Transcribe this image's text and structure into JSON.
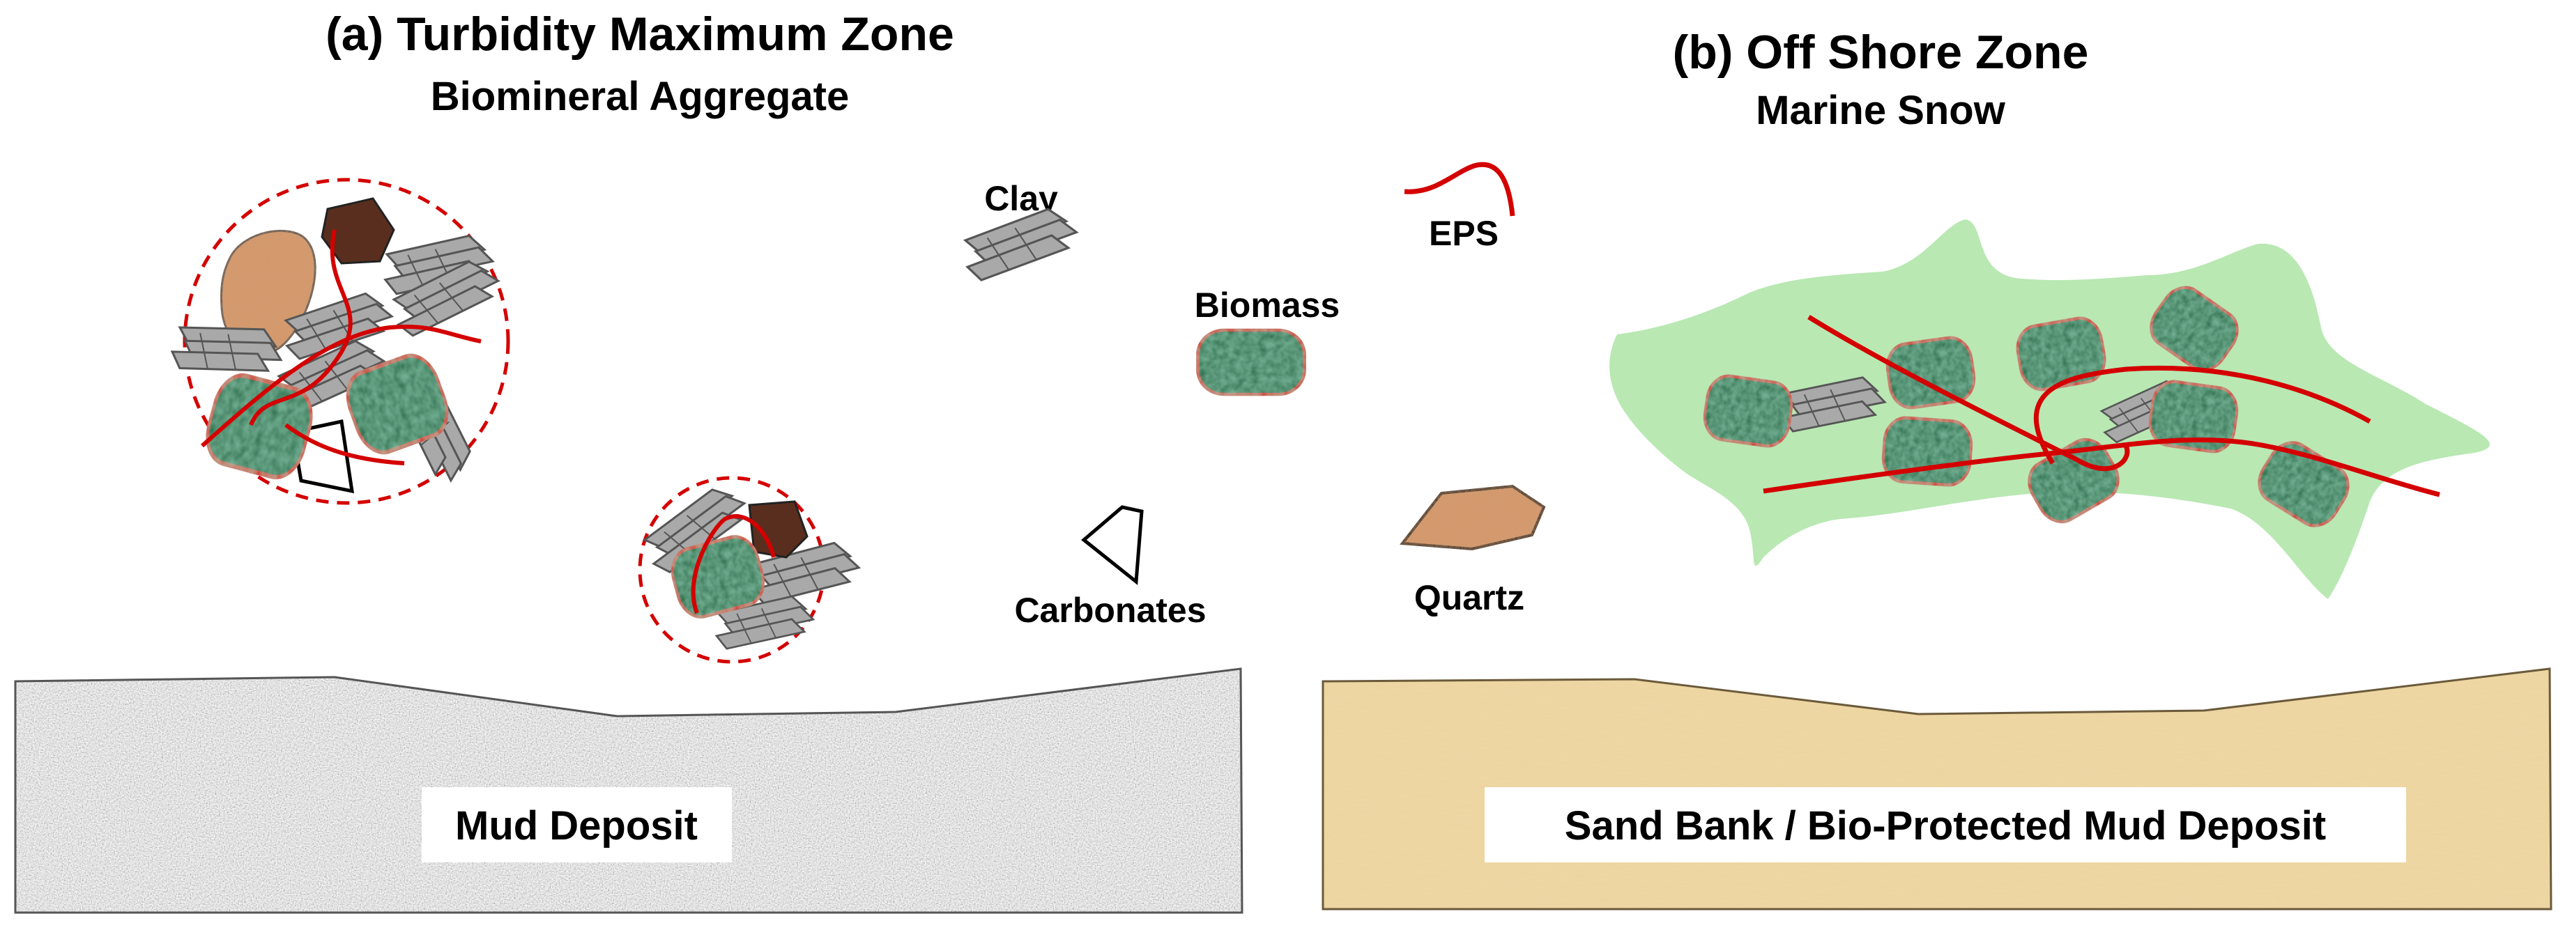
{
  "panel_a": {
    "title": "(a) Turbidity Maximum Zone",
    "subtitle": "Biomineral Aggregate",
    "deposit_label": "Mud Deposit"
  },
  "panel_b": {
    "title": "(b) Off Shore Zone",
    "subtitle": "Marine Snow",
    "deposit_label": "Sand Bank / Bio-Protected Mud Deposit"
  },
  "legend": {
    "clay": "Clay",
    "eps": "EPS",
    "biomass": "Biomass",
    "carbonates": "Carbonates",
    "quartz": "Quartz"
  },
  "colors": {
    "eps_line": "#d40000",
    "biomass_fill": "#1d6a45",
    "clay_fill": "#a9a9a9",
    "quartz_fill": "#d89a6c",
    "dark_particle": "#5a2e1e",
    "marine_snow": "#b9e8b3",
    "mud": "#b4b4b4",
    "sand": "#efd8a4"
  }
}
